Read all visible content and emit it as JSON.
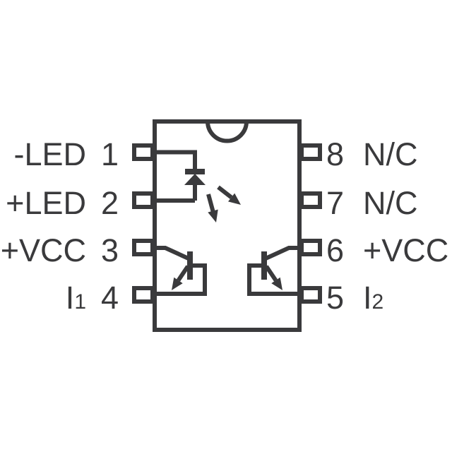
{
  "colors": {
    "line": "#3a3a3c",
    "background": "#ffffff"
  },
  "pins": {
    "left": [
      {
        "number": "1",
        "label": "-LED",
        "label_sub": ""
      },
      {
        "number": "2",
        "label": "+LED",
        "label_sub": ""
      },
      {
        "number": "3",
        "label": "+VCC",
        "label_sub": ""
      },
      {
        "number": "4",
        "label": "I",
        "label_sub": "1"
      }
    ],
    "right": [
      {
        "number": "8",
        "label": "N/C",
        "label_sub": ""
      },
      {
        "number": "7",
        "label": "N/C",
        "label_sub": ""
      },
      {
        "number": "6",
        "label": "+VCC",
        "label_sub": ""
      },
      {
        "number": "5",
        "label": "I",
        "label_sub": "2"
      }
    ]
  }
}
